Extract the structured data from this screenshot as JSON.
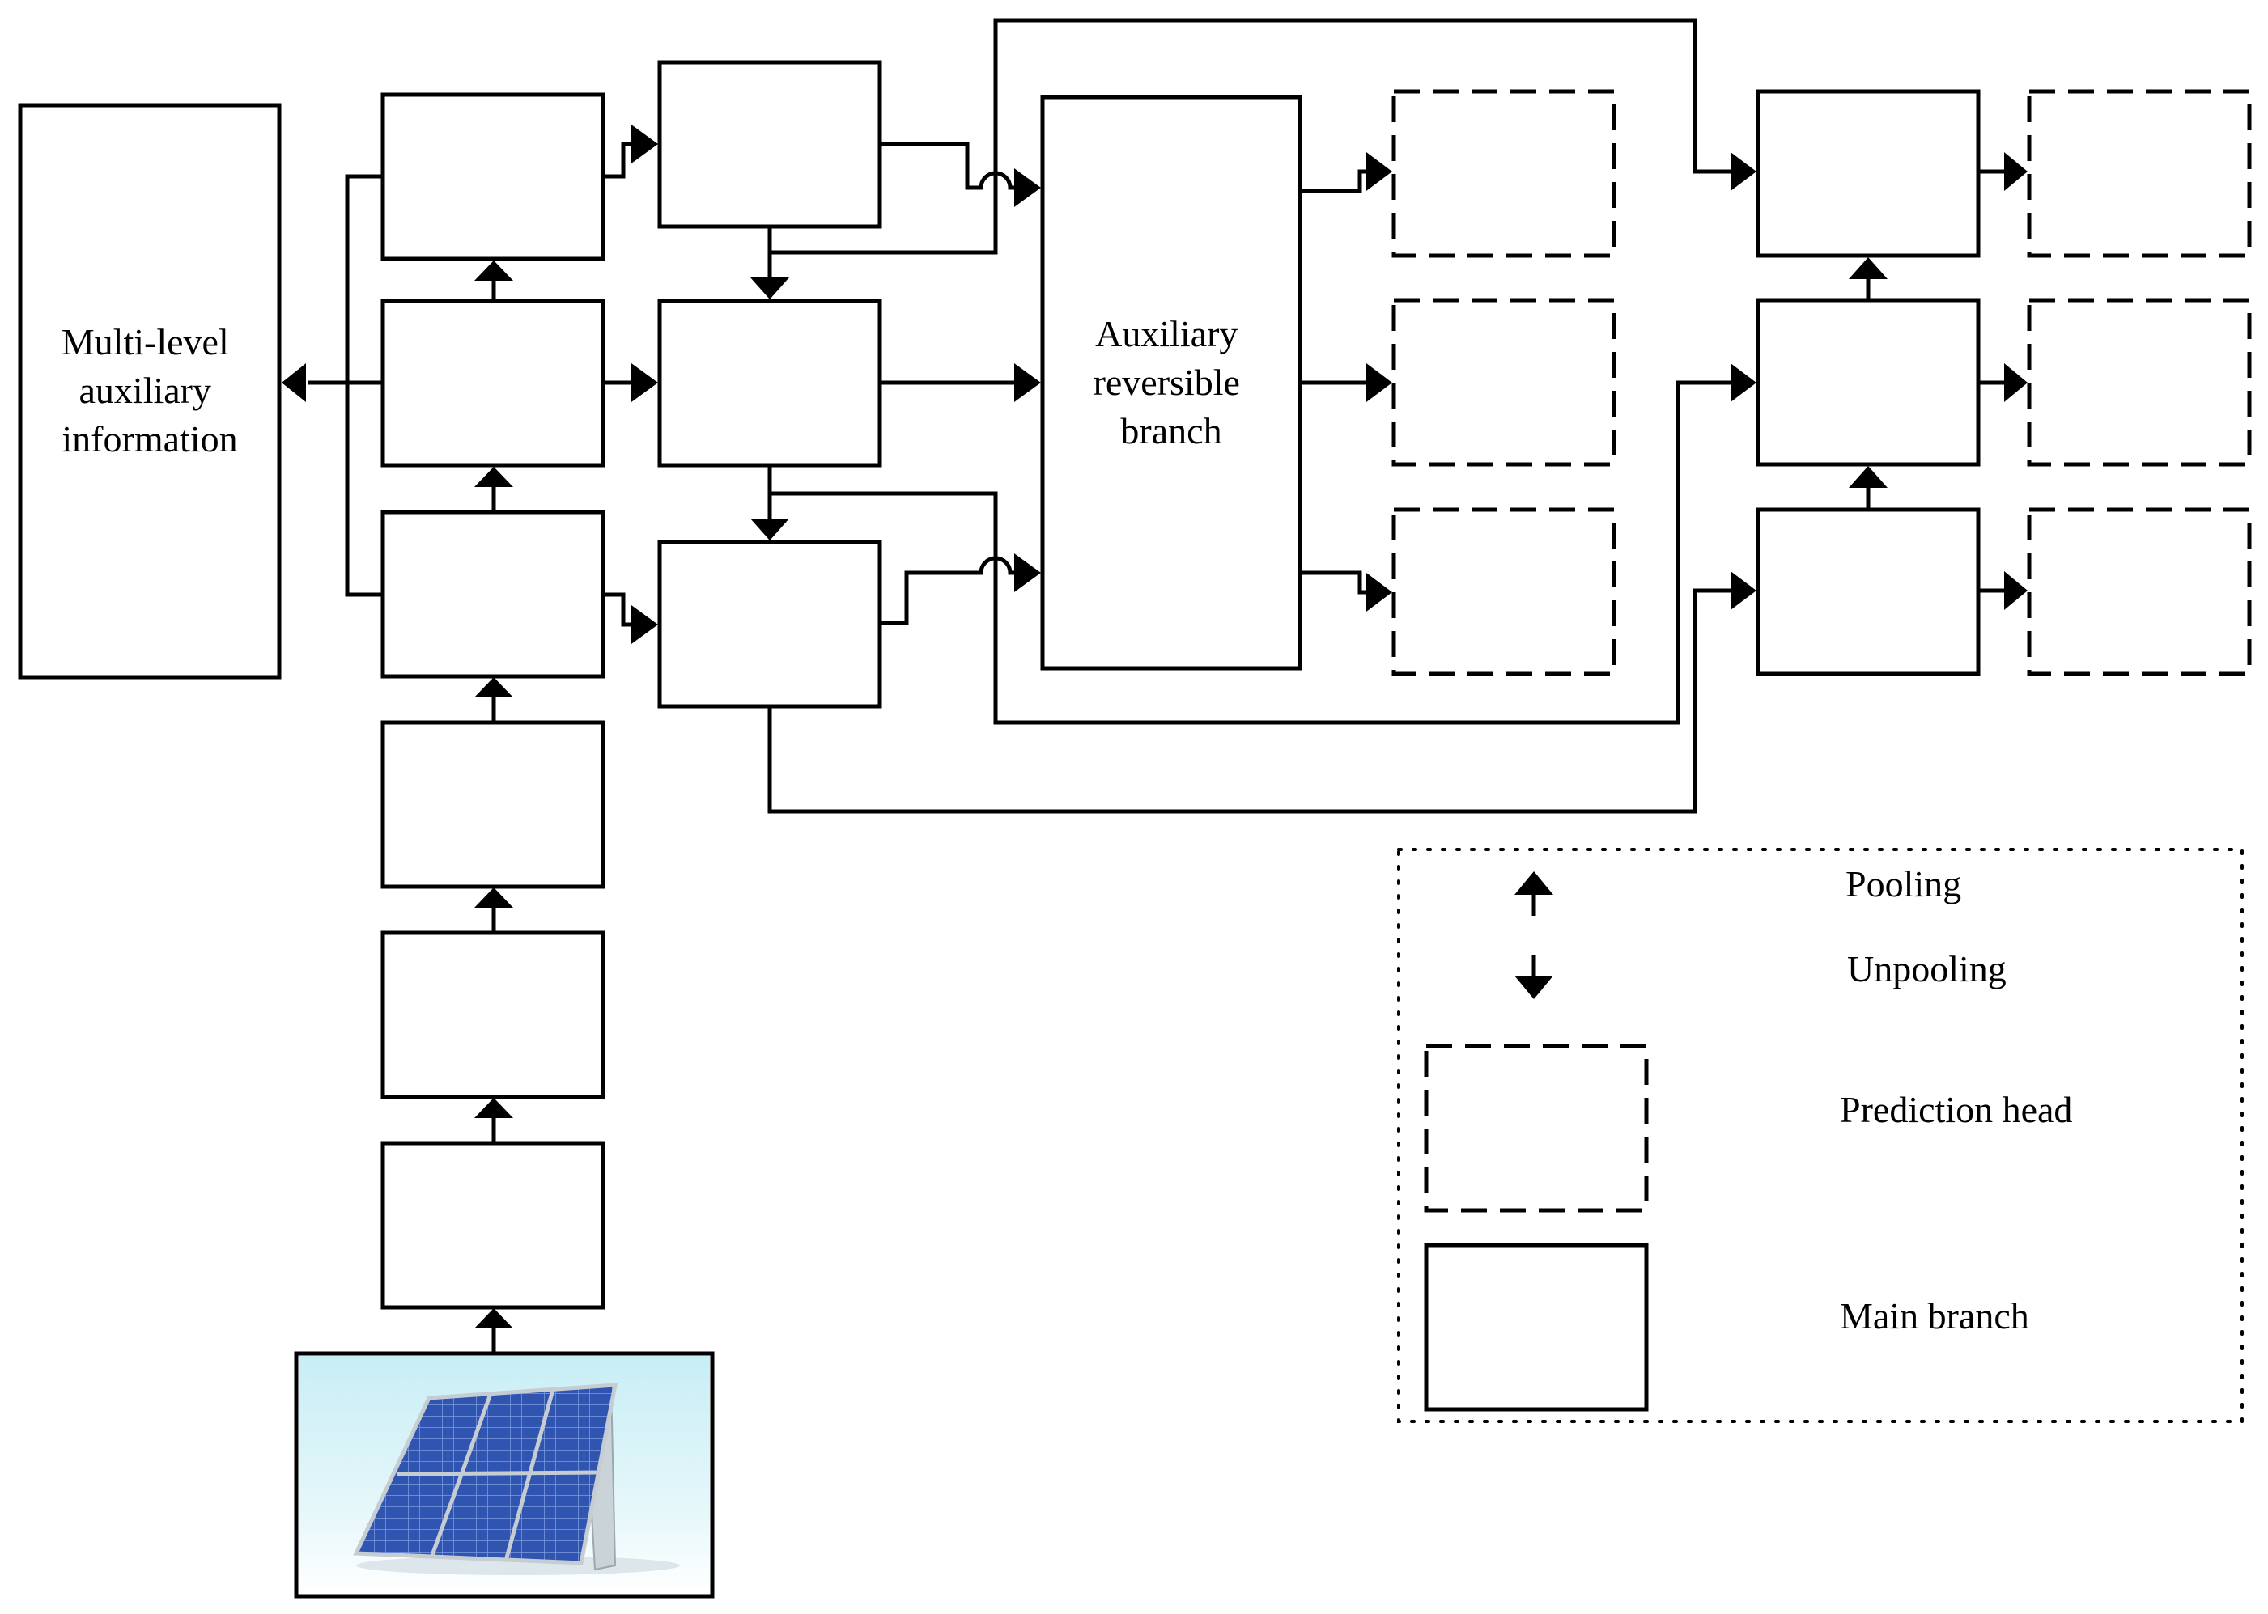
{
  "labels": {
    "multi_level_aux": [
      "Multi-level",
      "auxiliary",
      "information"
    ],
    "aux_reversible": [
      "Auxiliary",
      "reversible",
      "branch"
    ]
  },
  "legend": {
    "pooling": "Pooling",
    "unpooling": "Unpooling",
    "prediction_head": "Prediction head",
    "main_branch": "Main branch"
  },
  "input_image": {
    "icon": "solar-panel-image"
  },
  "colors": {
    "line": "#000000",
    "sky_top": "#cdeff5",
    "panel": "#2d4fa8"
  }
}
